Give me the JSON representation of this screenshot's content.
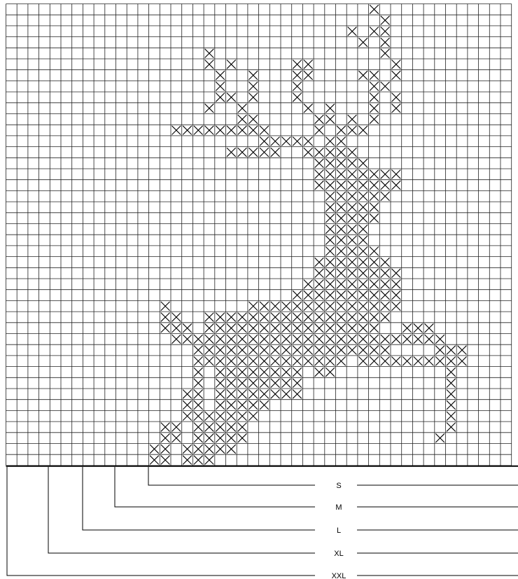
{
  "chart": {
    "cols": 46,
    "rows": 42,
    "crosses": [
      [
        0,
        [
          33
        ]
      ],
      [
        1,
        [
          34
        ]
      ],
      [
        2,
        [
          31,
          33,
          34
        ]
      ],
      [
        3,
        [
          32,
          34
        ]
      ],
      [
        4,
        [
          18,
          34
        ]
      ],
      [
        5,
        [
          18,
          20,
          26,
          27,
          35
        ]
      ],
      [
        6,
        [
          19,
          22,
          26,
          27,
          32,
          33,
          35
        ]
      ],
      [
        7,
        [
          19,
          22,
          26,
          33,
          34
        ]
      ],
      [
        8,
        [
          19,
          20,
          22,
          26,
          33,
          35
        ]
      ],
      [
        9,
        [
          18,
          21,
          27,
          29,
          33,
          35
        ]
      ],
      [
        10,
        [
          21,
          22,
          28,
          29,
          31,
          33
        ]
      ],
      [
        11,
        [
          15,
          16,
          17,
          18,
          19,
          20,
          21,
          22,
          23,
          28,
          30,
          31,
          32
        ]
      ],
      [
        12,
        [
          23,
          24,
          25,
          26,
          27,
          29,
          30
        ]
      ],
      [
        13,
        [
          20,
          21,
          22,
          23,
          24,
          27,
          28,
          29,
          30,
          31
        ]
      ],
      [
        14,
        [
          28,
          29,
          30,
          31,
          32
        ]
      ],
      [
        15,
        [
          28,
          29,
          30,
          31,
          32,
          33,
          34,
          35
        ]
      ],
      [
        16,
        [
          28,
          29,
          30,
          31,
          32,
          33,
          34,
          35
        ]
      ],
      [
        17,
        [
          29,
          30,
          31,
          32,
          33,
          34
        ]
      ],
      [
        18,
        [
          29,
          30,
          31,
          32,
          33
        ]
      ],
      [
        19,
        [
          29,
          30,
          31,
          32,
          33
        ]
      ],
      [
        20,
        [
          29,
          30,
          31,
          32
        ]
      ],
      [
        21,
        [
          29,
          30,
          31,
          32
        ]
      ],
      [
        22,
        [
          29,
          30,
          31,
          32,
          33
        ]
      ],
      [
        23,
        [
          28,
          29,
          30,
          31,
          32,
          33,
          34
        ]
      ],
      [
        24,
        [
          28,
          29,
          30,
          31,
          32,
          33,
          34,
          35
        ]
      ],
      [
        25,
        [
          27,
          28,
          29,
          30,
          31,
          32,
          33,
          34,
          35
        ]
      ],
      [
        26,
        [
          26,
          27,
          28,
          29,
          30,
          31,
          32,
          33,
          34,
          35
        ]
      ],
      [
        27,
        [
          14,
          22,
          23,
          24,
          25,
          26,
          27,
          28,
          29,
          30,
          31,
          32,
          33,
          34,
          35
        ]
      ],
      [
        28,
        [
          14,
          15,
          18,
          19,
          20,
          21,
          22,
          23,
          24,
          25,
          26,
          27,
          28,
          29,
          30,
          31,
          32,
          33,
          34
        ]
      ],
      [
        29,
        [
          14,
          15,
          16,
          18,
          19,
          20,
          21,
          22,
          23,
          24,
          25,
          26,
          27,
          28,
          29,
          30,
          31,
          32,
          33,
          36,
          37,
          38
        ]
      ],
      [
        30,
        [
          15,
          16,
          17,
          18,
          19,
          20,
          21,
          22,
          23,
          24,
          25,
          26,
          27,
          28,
          29,
          30,
          31,
          32,
          33,
          34,
          35,
          36,
          37,
          38,
          39
        ]
      ],
      [
        31,
        [
          17,
          18,
          19,
          20,
          21,
          22,
          23,
          24,
          25,
          26,
          27,
          28,
          29,
          30,
          31,
          32,
          33,
          34,
          39,
          40,
          41
        ]
      ],
      [
        32,
        [
          17,
          18,
          19,
          20,
          21,
          22,
          23,
          24,
          25,
          26,
          27,
          28,
          29,
          30,
          32,
          33,
          34,
          35,
          36,
          37,
          38,
          39,
          40,
          41
        ]
      ],
      [
        33,
        [
          17,
          19,
          20,
          21,
          22,
          23,
          24,
          25,
          26,
          28,
          29,
          40
        ]
      ],
      [
        34,
        [
          17,
          19,
          20,
          21,
          22,
          23,
          24,
          25,
          26,
          40
        ]
      ],
      [
        35,
        [
          16,
          17,
          19,
          20,
          21,
          22,
          23,
          24,
          25,
          26,
          40
        ]
      ],
      [
        36,
        [
          16,
          17,
          19,
          20,
          21,
          22,
          23,
          40
        ]
      ],
      [
        37,
        [
          16,
          17,
          18,
          19,
          20,
          21,
          22,
          40
        ]
      ],
      [
        38,
        [
          14,
          15,
          17,
          18,
          19,
          20,
          21,
          40
        ]
      ],
      [
        39,
        [
          14,
          15,
          17,
          18,
          19,
          20,
          21,
          39
        ]
      ],
      [
        40,
        [
          13,
          14,
          16,
          17,
          18,
          19,
          20
        ]
      ],
      [
        41,
        [
          13,
          14,
          16,
          17,
          18
        ]
      ]
    ]
  },
  "sizes": [
    {
      "label": "S"
    },
    {
      "label": "M"
    },
    {
      "label": "L"
    },
    {
      "label": "XL"
    },
    {
      "label": "XXL"
    }
  ]
}
